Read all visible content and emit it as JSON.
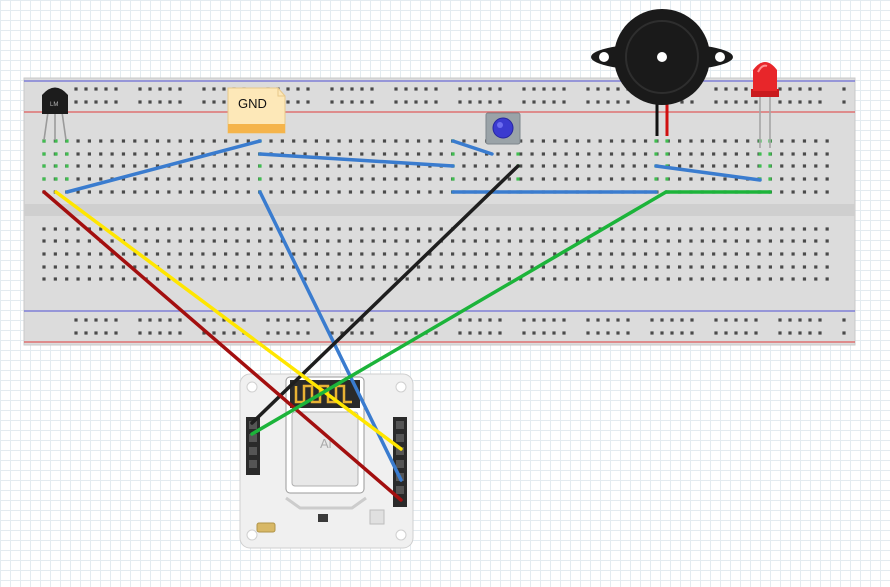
{
  "canvas": {
    "background": "#ffffff",
    "grid_color": "#e3ebf0"
  },
  "breadboard": {
    "body_color": "#dcdcdc",
    "rail_red": "#e05c5c",
    "rail_blue": "#6b6bd6",
    "strip_color": "#cfcfcf"
  },
  "parts": {
    "gnd_note": {
      "label": "GND",
      "color": "#fde8b8"
    },
    "sensor": {
      "label": "LM"
    },
    "buzzer": {},
    "led": {
      "color": "#e8262a"
    },
    "button": {
      "cap_color": "#3b3bd0"
    },
    "module": {
      "chip_label": "Ai"
    }
  },
  "wire_colors": {
    "blue": "#3a7ccf",
    "yellow": "#ffe600",
    "red": "#a30f0f",
    "black": "#1e1e1e",
    "green": "#1cb43a"
  }
}
